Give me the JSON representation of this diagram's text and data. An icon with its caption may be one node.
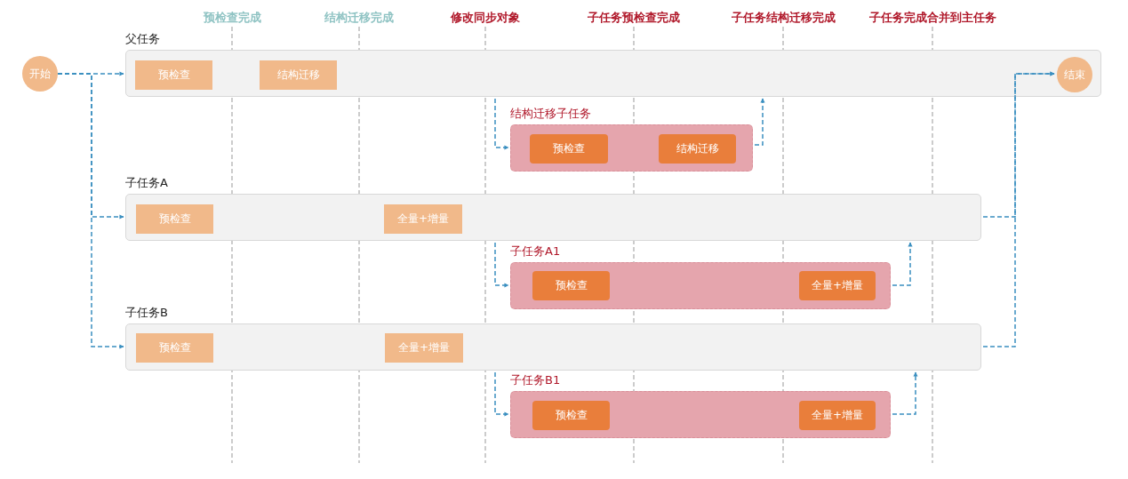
{
  "diagram": {
    "nodes": [
      {
        "text": [
          "开始"
        ]
      },
      {
        "text": [
          "父任务"
        ]
      },
      {
        "text": [
          "预检查"
        ],
        "in": 1
      },
      {
        "text": [
          "结构迁移"
        ],
        "in": 1
      },
      {
        "text": [
          "结束"
        ],
        "in": 1
      },
      {
        "text": [
          "结构迁移子任务"
        ]
      },
      {
        "text": [
          "预检查"
        ],
        "in": 5
      },
      {
        "text": [
          "结构迁移"
        ],
        "in": 5
      },
      {
        "text": [
          "子任务A"
        ]
      },
      {
        "text": [
          "预检查"
        ],
        "in": 8
      },
      {
        "text": [
          "全量+增量"
        ],
        "in": 8
      },
      {
        "text": [
          "子任务A1"
        ]
      },
      {
        "text": [
          "预检查"
        ],
        "in": 11
      },
      {
        "text": [
          "全量+增量"
        ],
        "in": 11
      },
      {
        "text": [
          "子任务B"
        ]
      },
      {
        "text": [
          "预检查"
        ],
        "in": 14
      },
      {
        "text": [
          "全量+增量"
        ],
        "in": 14
      },
      {
        "text": [
          "子任务B1"
        ]
      },
      {
        "text": [
          "预检查"
        ],
        "in": 17
      },
      {
        "text": [
          "全量+增量"
        ],
        "in": 17
      }
    ],
    "edges": [
      {
        "from": 0,
        "to": 1,
        "arrow": "to",
        "style": "dashed"
      },
      {
        "from": 0,
        "to": 8,
        "arrow": "to",
        "style": "dashed"
      },
      {
        "from": 0,
        "to": 14,
        "arrow": "to",
        "style": "dashed"
      },
      {
        "from": 1,
        "to": 5,
        "arrow": "to",
        "style": "dashed"
      },
      {
        "from": 5,
        "to": 1,
        "arrow": "to",
        "style": "dashed"
      },
      {
        "from": 8,
        "to": 11,
        "arrow": "to",
        "style": "dashed"
      },
      {
        "from": 11,
        "to": 8,
        "arrow": "to",
        "style": "dashed"
      },
      {
        "from": 14,
        "to": 17,
        "arrow": "to",
        "style": "dashed"
      },
      {
        "from": 17,
        "to": 14,
        "arrow": "to",
        "style": "dashed"
      },
      {
        "from": 8,
        "to": 4,
        "arrow": "to",
        "style": "dashed"
      },
      {
        "from": 14,
        "to": 4,
        "arrow": "to",
        "style": "dashed"
      }
    ],
    "labels": [
      "预检查完成",
      "结构迁移完成",
      "修改同步对象",
      "子任务预检查完成",
      "子任务结构迁移完成",
      "子任务完成合并到主任务"
    ]
  }
}
